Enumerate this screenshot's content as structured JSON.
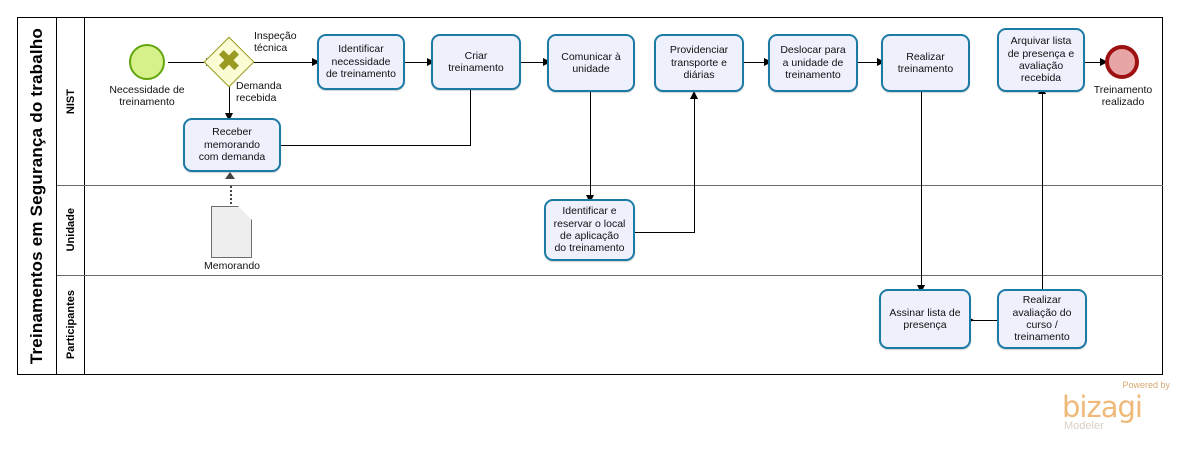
{
  "diagram": {
    "type": "bpmn-process",
    "pool_title": "Treinamentos em Segurança do trabalho",
    "lanes": [
      {
        "name": "NIST"
      },
      {
        "name": "Unidade"
      },
      {
        "name": "Participantes"
      }
    ],
    "events": [
      {
        "id": "start",
        "kind": "start-event",
        "label": "Necessidade de\ntreinamento",
        "lane": "NIST"
      },
      {
        "id": "end",
        "kind": "end-event",
        "label": "Treinamento\nrealizado",
        "lane": "NIST"
      }
    ],
    "gateways": [
      {
        "id": "gw1",
        "kind": "exclusive-gateway",
        "symbol": "✖"
      }
    ],
    "tasks": [
      {
        "id": "t-receber",
        "label": "Receber\nmemorando\ncom demanda",
        "lane": "NIST"
      },
      {
        "id": "t-identnec",
        "label": "Identificar\nnecessidade\nde treinamento",
        "lane": "NIST"
      },
      {
        "id": "t-criar",
        "label": "Criar\ntreinamento",
        "lane": "NIST"
      },
      {
        "id": "t-comunicar",
        "label": "Comunicar à\nunidade",
        "lane": "NIST"
      },
      {
        "id": "t-providenciar",
        "label": "Providenciar\ntransporte e\ndiárias",
        "lane": "NIST"
      },
      {
        "id": "t-deslocar",
        "label": "Deslocar para\na unidade de\ntreinamento",
        "lane": "NIST"
      },
      {
        "id": "t-realizar",
        "label": "Realizar\ntreinamento",
        "lane": "NIST"
      },
      {
        "id": "t-arquivar",
        "label": "Arquivar lista\nde presença e\navaliação\nrecebida",
        "lane": "NIST"
      },
      {
        "id": "t-reservar",
        "label": "Identificar e\nreservar o local\nde aplicação\ndo treinamento",
        "lane": "Unidade"
      },
      {
        "id": "t-assinar",
        "label": "Assinar lista de\npresença",
        "lane": "Participantes"
      },
      {
        "id": "t-avaliacao",
        "label": "Realizar\navaliação do\ncurso /\ntreinamento",
        "lane": "Participantes"
      }
    ],
    "data_objects": [
      {
        "id": "memo",
        "label": "Memorando",
        "lane": "Unidade"
      }
    ],
    "flow_labels": [
      {
        "id": "f-inspecao",
        "text": "Inspeção\ntécnica"
      },
      {
        "id": "f-demanda",
        "text": "Demanda\nrecebida"
      }
    ],
    "colors": {
      "task_fill": "#eef0fc",
      "task_border": "#1c7ba5",
      "start_fill": "#d6f08a",
      "start_border": "#62a50c",
      "end_fill": "#e8a5a5",
      "end_border": "#9e1111",
      "gateway_fill": "#fbfbd4",
      "gateway_border": "#9a9a23",
      "data_object_fill": "#eeeeee",
      "pool_border": "#000000",
      "connector": "#000000",
      "brand": "#f0b97a"
    }
  },
  "branding": {
    "powered_by": "Powered by",
    "product": "bizagi",
    "edition": "Modeler"
  }
}
